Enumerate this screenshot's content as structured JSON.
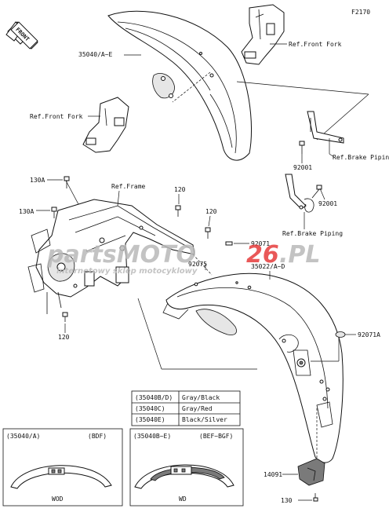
{
  "figure_code": "F2170",
  "front_marker": "FRONT",
  "callouts": {
    "fender_front_upper": "35040/A~E",
    "ref_front_fork_right": "Ref.Front Fork",
    "ref_front_fork_left": "Ref.Front Fork",
    "bolt_92001_a": "92001",
    "bolt_92001_b": "92001",
    "ref_brake_piping_a": "Ref.Brake Piping",
    "ref_brake_piping_b": "Ref.Brake Piping",
    "ref_frame": "Ref.Frame",
    "bolt_130a_1": "130A",
    "bolt_130a_2": "130A",
    "bolt_120_a": "120",
    "bolt_120_b": "120",
    "bolt_120_c": "120",
    "clip_92071": "92071",
    "clip_92075": "92075",
    "fender_rear": "35022/A~D",
    "clip_92071a": "92071A",
    "guard_14091": "14091",
    "bolt_130": "130"
  },
  "color_table": {
    "rows": [
      {
        "code": "(35040B/D)",
        "color": "Gray/Black"
      },
      {
        "code": "(35040C)",
        "color": "Gray/Red"
      },
      {
        "code": "(35040E)",
        "color": "Black/Silver"
      }
    ]
  },
  "variants": [
    {
      "part": "(35040/A)",
      "spec": "(BDF)",
      "caption": "WOD"
    },
    {
      "part": "(35040B~E)",
      "spec": "(BEF~BGF)",
      "caption": "WD"
    }
  ],
  "watermark": {
    "brand_left": "partsMOTO",
    "brand_number": "26",
    "brand_tld": ".PL",
    "tagline": "internetowy sklep motocyklowy"
  },
  "colors": {
    "line": "#111111",
    "watermark_gray": "#b9b9b9",
    "watermark_red": "#e63b3b"
  }
}
